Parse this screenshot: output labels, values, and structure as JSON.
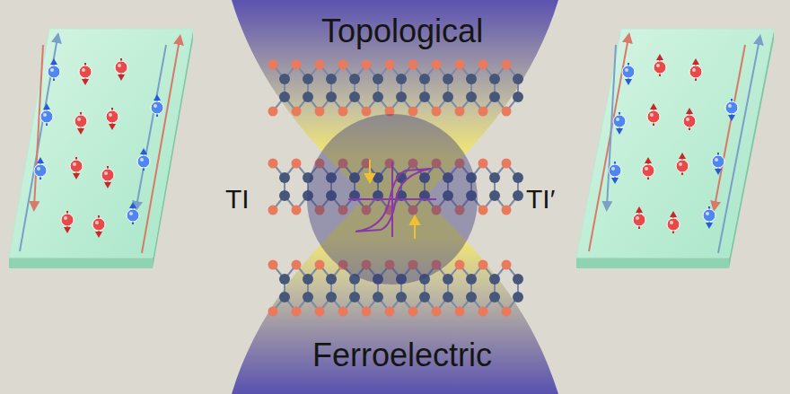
{
  "diagram": {
    "nodes": [
      {
        "text": [
          "Topological",
          "Ferroelectric"
        ]
      }
    ],
    "labels": [
      "TI",
      "TI′"
    ]
  }
}
